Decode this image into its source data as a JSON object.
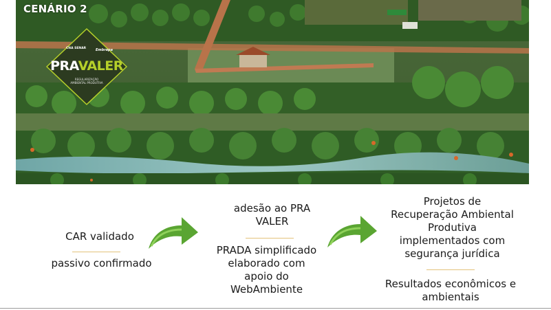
{
  "scenario_label": "CENÁRIO 2",
  "logo": {
    "org": "CNA SENAR",
    "partner": "Embrapa",
    "title_part1": "PRA",
    "title_part2": "VALER",
    "subtitle_line1": "REGULARIZAÇÃO",
    "subtitle_line2": "AMBIENTAL PRODUTIVA"
  },
  "colors": {
    "accent_green": "#5aa532",
    "logo_green": "#b5cf2a",
    "rule_gold": "#e3c27a"
  },
  "steps": {
    "step1": {
      "line1": "CAR validado",
      "line2": "passivo confirmado"
    },
    "step2": {
      "line1": [
        "adesão ao PRA",
        "VALER"
      ],
      "line2": [
        "PRADA simplificado",
        "elaborado com",
        "apoio do",
        "WebAmbiente"
      ]
    },
    "step3": {
      "line1": [
        "Projetos de",
        "Recuperação Ambiental",
        "Produtiva",
        "implementados com",
        "segurança jurídica"
      ],
      "line2": [
        "Resultados econômicos e",
        "ambientais"
      ]
    }
  },
  "icons": {
    "arrow": "curved-arrow-icon"
  }
}
